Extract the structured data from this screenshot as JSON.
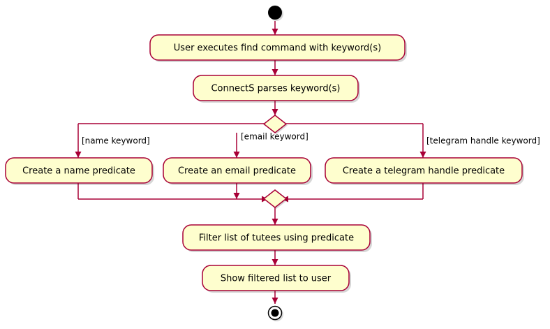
{
  "diagram": {
    "type": "activity-diagram",
    "tool_style": "plantuml",
    "colors": {
      "background": "#FFFFFF",
      "node_fill": "#FEFECE",
      "node_stroke": "#A80036",
      "arrow": "#A80036",
      "text": "#000000",
      "terminal": "#000000"
    },
    "nodes": {
      "start": "start-node",
      "activity_1": "User executes find command with keyword(s)",
      "activity_2": "ConnectS parses keyword(s)",
      "decision": "decision-diamond",
      "branch_name": "Create a name predicate",
      "branch_email": "Create an email predicate",
      "branch_telegram": "Create a telegram handle predicate",
      "merge": "merge-diamond",
      "activity_3": "Filter list of tutees using predicate",
      "activity_4": "Show filtered list to user",
      "end": "end-node"
    },
    "guards": {
      "name": "[name keyword]",
      "email": "[email keyword]",
      "telegram": "[telegram handle keyword]"
    }
  }
}
